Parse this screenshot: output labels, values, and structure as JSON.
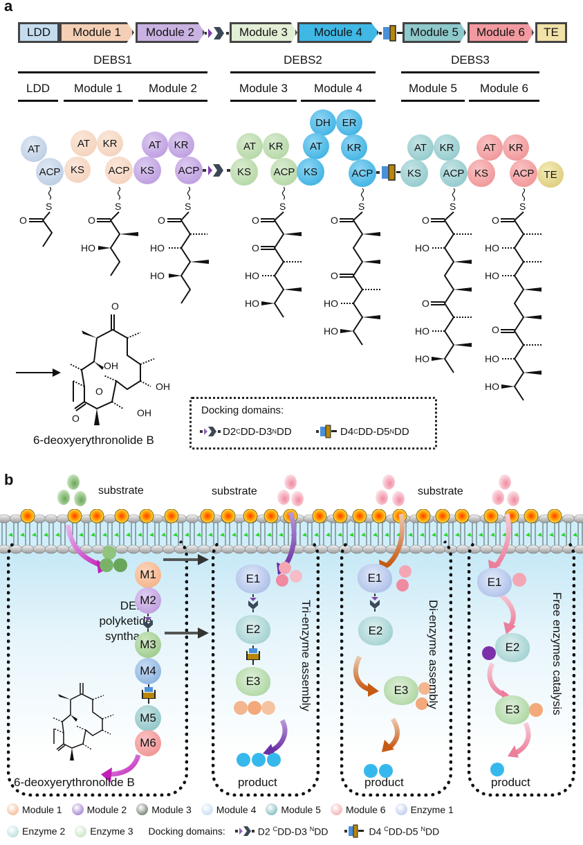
{
  "panel_a": {
    "label": "a",
    "gene_bar": [
      {
        "label": "LDD",
        "color": "#c4dced"
      },
      {
        "label": "Module 1",
        "color": "#f5cfb5"
      },
      {
        "label": "Module 2",
        "color": "#c9b2e2"
      },
      {
        "label": "Module 3",
        "color": "#e2efd6"
      },
      {
        "label": "Module 4",
        "color": "#3fb8e6"
      },
      {
        "label": "Module 5",
        "color": "#8ec9cc"
      },
      {
        "label": "Module 6",
        "color": "#f29aa0"
      },
      {
        "label": "TE",
        "color": "#f1e2a8"
      }
    ],
    "proteins": [
      {
        "label": "DEBS1",
        "modules": [
          "LDD",
          "Module 1",
          "Module 2"
        ]
      },
      {
        "label": "DEBS2",
        "modules": [
          "Module 3",
          "Module 4"
        ]
      },
      {
        "label": "DEBS3",
        "modules": [
          "Module 5",
          "Module 6"
        ]
      }
    ],
    "domains": {
      "ldd": [
        "AT",
        "ACP"
      ],
      "m1": [
        "AT",
        "KR",
        "KS",
        "ACP"
      ],
      "m2": [
        "AT",
        "KR",
        "KS",
        "ACP"
      ],
      "m3": [
        "AT",
        "KR",
        "KS",
        "ACP"
      ],
      "m4": [
        "DH",
        "ER",
        "AT",
        "KR",
        "KS",
        "ACP"
      ],
      "m5": [
        "AT",
        "KR",
        "KS",
        "ACP"
      ],
      "m6": [
        "AT",
        "KR",
        "KS",
        "ACP"
      ],
      "te": "TE"
    },
    "thioester": "S",
    "atoms": {
      "O": "O",
      "HO": "HO",
      "OH": "OH"
    },
    "product_name": "6-deoxyerythronolide B",
    "docking_box": {
      "title": "Docking domains:",
      "d2": "D2 ",
      "d2_sup1": "C",
      "d2_mid": "DD-D3 ",
      "d2_sup2": "N",
      "d2_end": "DD",
      "d4": "D4 ",
      "d4_sup1": "C",
      "d4_mid": "DD-D5 ",
      "d4_sup2": "N",
      "d4_end": "DD"
    }
  },
  "panel_b": {
    "label": "b",
    "substrate_labels": [
      "substrate",
      "substrate",
      "substrate"
    ],
    "box1": {
      "title_lines": [
        "DEBS",
        "polyketide",
        "synthase"
      ],
      "modules": [
        {
          "label": "M1",
          "color": "#f3a97a"
        },
        {
          "label": "M2",
          "color": "#b48ed6"
        },
        {
          "label": "M3",
          "color": "#8fc47d"
        },
        {
          "label": "M4",
          "color": "#7aa9dd"
        },
        {
          "label": "M5",
          "color": "#7fbcbf"
        },
        {
          "label": "M6",
          "color": "#ef8585"
        }
      ],
      "product": "6-deoxyerythronolide B"
    },
    "box2": {
      "title": "Tri-enzyme assembly",
      "enzymes": [
        "E1",
        "E2",
        "E3"
      ],
      "product": "product"
    },
    "box3": {
      "title": "Di-enzyme assembly",
      "enzymes": [
        "E1",
        "E2",
        "E3"
      ],
      "product": "product"
    },
    "box4": {
      "title": "Free enzymes catalysis",
      "enzymes": [
        "E1",
        "E2",
        "E3"
      ],
      "product": "product"
    },
    "legend": {
      "row1": [
        {
          "label": "Module 1",
          "color": "#f3a97a"
        },
        {
          "label": "Module 2",
          "color": "#8a62c0"
        },
        {
          "label": "Module 3",
          "color": "#4d5a48"
        },
        {
          "label": "Module 4",
          "color": "#b9d2ef"
        },
        {
          "label": "Module 5",
          "color": "#5fa9ad"
        },
        {
          "label": "Module 6",
          "color": "#f19a9a"
        },
        {
          "label": "Enzyme 1",
          "color": "#a9bde8"
        }
      ],
      "row2": [
        {
          "label": "Enzyme 2",
          "color": "#a7d6d6"
        },
        {
          "label": "Enzyme 3",
          "color": "#b8dcb0"
        }
      ],
      "docking_label": "Docking domains:",
      "d2": "D2 ",
      "d2_sup1": "C",
      "d2_mid": "DD-D3 ",
      "d2_sup2": "N",
      "d2_end": "DD",
      "d4": "D4 ",
      "d4_sup1": "C",
      "d4_mid": "DD-D5 ",
      "d4_sup2": "N",
      "d4_end": "DD"
    }
  }
}
